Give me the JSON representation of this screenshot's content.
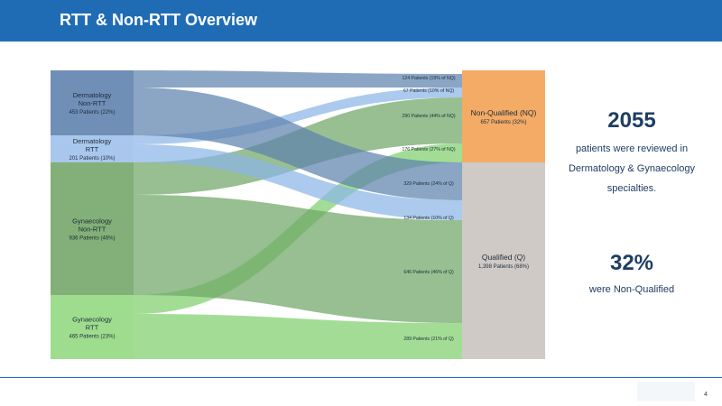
{
  "header": {
    "title": "RTT & Non-RTT Overview"
  },
  "nodes_left": [
    {
      "lines": [
        "Dermatology",
        "Non-RTT"
      ],
      "sub": "453 Patients (22%)",
      "color": "#6f8fb6"
    },
    {
      "lines": [
        "Dermatology",
        "RTT"
      ],
      "sub": "201 Patients (10%)",
      "color": "#a9c7ec"
    },
    {
      "lines": [
        "Gynaecology",
        "Non-RTT"
      ],
      "sub": "936 Patients (46%)",
      "color": "#82b078"
    },
    {
      "lines": [
        "Gynaecology",
        "RTT"
      ],
      "sub": "465 Patients (23%)",
      "color": "#9edd8e"
    }
  ],
  "nodes_right": [
    {
      "title": "Non-Qualified (NQ)",
      "sub": "657 Patients (32%)",
      "color": "#f4ab66"
    },
    {
      "title": "Qualified (Q)",
      "sub": "1,398 Patients (68%)",
      "color": "#cfcac6"
    }
  ],
  "flows": [
    {
      "from": 0,
      "to": 0,
      "label": "124 Patients (19% of NQ)",
      "color": "#5e82ad"
    },
    {
      "from": 1,
      "to": 0,
      "label": "67 Patients (10% of NQ)",
      "color": "#8cb6e6"
    },
    {
      "from": 2,
      "to": 0,
      "label": "290 Patients (44% of NQ)",
      "color": "#6fa666"
    },
    {
      "from": 3,
      "to": 0,
      "label": "176 Patients (27% of NQ)",
      "color": "#7fd06c"
    },
    {
      "from": 0,
      "to": 1,
      "label": "329 Patients (24% of Q)",
      "color": "#5e82ad"
    },
    {
      "from": 1,
      "to": 1,
      "label": "134 Patients (10% of Q)",
      "color": "#8cb6e6"
    },
    {
      "from": 2,
      "to": 1,
      "label": "646 Patients (46% of Q)",
      "color": "#6fa666"
    },
    {
      "from": 3,
      "to": 1,
      "label": "289 Patients (21% of Q)",
      "color": "#7fd06c"
    }
  ],
  "stats": {
    "total": "2055",
    "total_text_1": "patients were reviewed in",
    "total_text_2": "Dermatology & Gynaecology",
    "total_text_3": "specialties.",
    "percent": "32%",
    "percent_text": "were Non-Qualified"
  },
  "footer": {
    "page_number": "4"
  }
}
